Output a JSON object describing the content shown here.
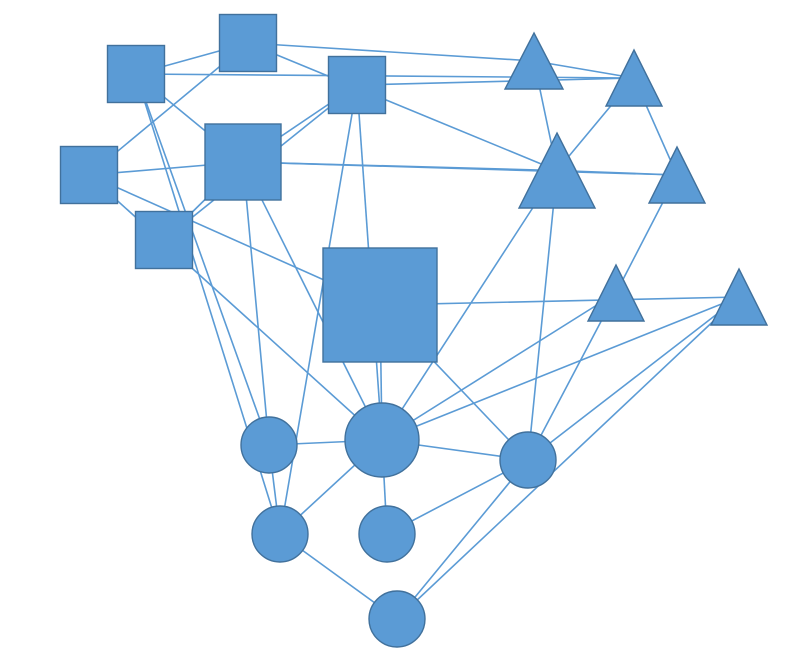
{
  "diagram": {
    "style": {
      "node_fill": "#5B9BD5",
      "node_stroke": "#41719C",
      "edge_color": "#5B9BD5"
    },
    "nodes": [
      {
        "id": "sq1",
        "shape": "square"
      },
      {
        "id": "sq2",
        "shape": "square"
      },
      {
        "id": "sq3",
        "shape": "square"
      },
      {
        "id": "sq4",
        "shape": "square"
      },
      {
        "id": "sq5",
        "shape": "square"
      },
      {
        "id": "sq6",
        "shape": "square"
      },
      {
        "id": "sq7",
        "shape": "square"
      },
      {
        "id": "tri1",
        "shape": "triangle"
      },
      {
        "id": "tri2",
        "shape": "triangle"
      },
      {
        "id": "tri3",
        "shape": "triangle"
      },
      {
        "id": "tri4",
        "shape": "triangle"
      },
      {
        "id": "tri5",
        "shape": "triangle"
      },
      {
        "id": "tri6",
        "shape": "triangle"
      },
      {
        "id": "c1",
        "shape": "circle"
      },
      {
        "id": "c2",
        "shape": "circle"
      },
      {
        "id": "c3",
        "shape": "circle"
      },
      {
        "id": "c4",
        "shape": "circle"
      },
      {
        "id": "c5",
        "shape": "circle"
      },
      {
        "id": "c6",
        "shape": "circle"
      }
    ],
    "edges": [
      [
        "sq1",
        "sq3"
      ],
      [
        "sq1",
        "tri2"
      ],
      [
        "sq1",
        "sq4"
      ],
      [
        "sq1",
        "c1"
      ],
      [
        "sq1",
        "c4"
      ],
      [
        "sq2",
        "sq3"
      ],
      [
        "sq2",
        "sq4"
      ],
      [
        "sq2",
        "sq7"
      ],
      [
        "sq2",
        "c2"
      ],
      [
        "sq3",
        "tri1"
      ],
      [
        "sq3",
        "tri3"
      ],
      [
        "sq4",
        "sq5"
      ],
      [
        "sq4",
        "tri3"
      ],
      [
        "sq4",
        "tri4"
      ],
      [
        "sq4",
        "c1"
      ],
      [
        "sq4",
        "c2"
      ],
      [
        "sq4",
        "sq6"
      ],
      [
        "sq5",
        "sq6"
      ],
      [
        "sq6",
        "tri2"
      ],
      [
        "sq6",
        "c2"
      ],
      [
        "sq6",
        "c4"
      ],
      [
        "sq7",
        "tri6"
      ],
      [
        "sq7",
        "c2"
      ],
      [
        "sq7",
        "c3"
      ],
      [
        "tri1",
        "tri2"
      ],
      [
        "tri1",
        "tri3"
      ],
      [
        "tri2",
        "tri3"
      ],
      [
        "tri2",
        "tri4"
      ],
      [
        "tri3",
        "tri4"
      ],
      [
        "tri3",
        "c2"
      ],
      [
        "tri3",
        "c3"
      ],
      [
        "tri4",
        "tri5"
      ],
      [
        "tri5",
        "c2"
      ],
      [
        "tri5",
        "c3"
      ],
      [
        "tri6",
        "c2"
      ],
      [
        "tri6",
        "c3"
      ],
      [
        "tri6",
        "c6"
      ],
      [
        "c1",
        "c2"
      ],
      [
        "c2",
        "c3"
      ],
      [
        "c2",
        "c4"
      ],
      [
        "c2",
        "c5"
      ],
      [
        "c3",
        "c5"
      ],
      [
        "c3",
        "c6"
      ],
      [
        "c1",
        "c4"
      ],
      [
        "c4",
        "c6"
      ]
    ]
  }
}
